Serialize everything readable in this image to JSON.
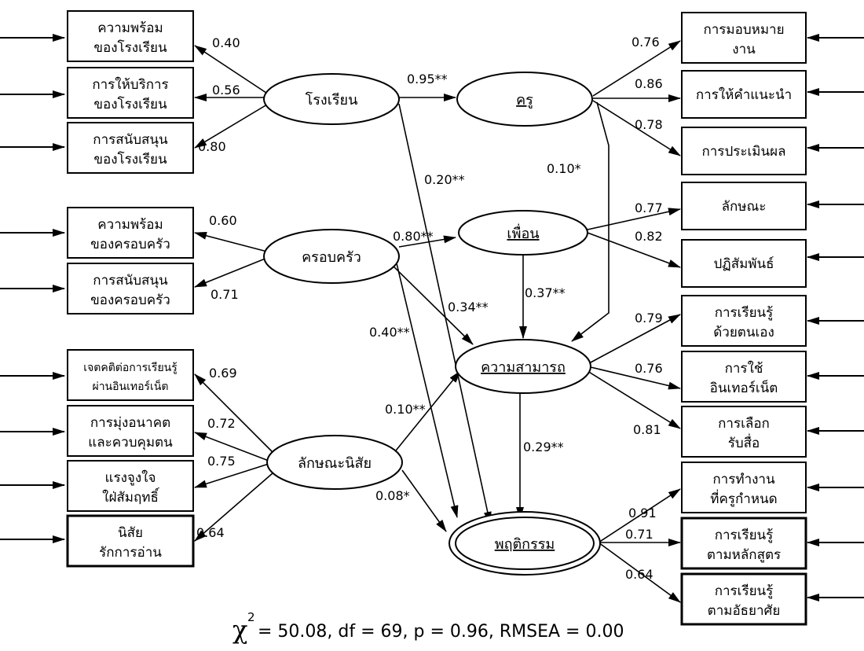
{
  "boxes": {
    "school_readiness": [
      "ความพร้อม",
      "ของโรงเรียน"
    ],
    "school_service": [
      "การให้บริการ",
      "ของโรงเรียน"
    ],
    "school_support": [
      "การสนับสนุน",
      "ของโรงเรียน"
    ],
    "family_readiness": [
      "ความพร้อม",
      "ของครอบครัว"
    ],
    "family_support": [
      "การสนับสนุน",
      "ของครอบครัว"
    ],
    "attitude": [
      "เจตคติต่อการเรียนรู้",
      "ผ่านอินเทอร์เน็ต"
    ],
    "future": [
      "การมุ่งอนาคต",
      "และควบคุมตน"
    ],
    "motivation": [
      "แรงจูงใจ",
      "ใฝ่สัมฤทธิ์"
    ],
    "reading": [
      "นิสัย",
      "รักการอ่าน"
    ],
    "assignment": [
      "การมอบหมาย",
      "งาน"
    ],
    "advice": [
      "การให้คำแนะนำ"
    ],
    "evaluation": [
      "การประเมินผล"
    ],
    "characteristic": [
      "ลักษณะ"
    ],
    "interaction": [
      "ปฏิสัมพันธ์"
    ],
    "self_learning": [
      "การเรียนรู้",
      "ด้วยตนเอง"
    ],
    "internet_use": [
      "การใช้",
      "อินเทอร์เน็ต"
    ],
    "media_choice": [
      "การเลือก",
      "รับสื่อ"
    ],
    "teacher_work": [
      "การทำงาน",
      "ที่ครูกำหนด"
    ],
    "curriculum": [
      "การเรียนรู้",
      "ตามหลักสูตร"
    ],
    "self_interest": [
      "การเรียนรู้",
      "ตามอัธยาศัย"
    ]
  },
  "latents": {
    "school": "โรงเรียน",
    "teacher": "ครู",
    "family": "ครอบครัว",
    "friend": "เพื่อน",
    "trait": "ลักษณะนิสัย",
    "ability": "ความสามารถ",
    "behavior": "พฤติกรรม"
  },
  "coefficients": {
    "school_readiness": "0.40",
    "school_service": "0.56",
    "school_support": "0.80",
    "family_readiness": "0.60",
    "family_support": "0.71",
    "attitude": "0.69",
    "future": "0.72",
    "motivation": "0.75",
    "reading": "0.64",
    "assignment": "0.76",
    "advice": "0.86",
    "evaluation": "0.78",
    "characteristic": "0.77",
    "interaction": "0.82",
    "self_learning": "0.79",
    "internet_use": "0.76",
    "media_choice": "0.81",
    "teacher_work": "0.91",
    "curriculum": "0.71",
    "self_interest": "0.64",
    "school_teacher": "0.95**",
    "school_behavior": "0.20**",
    "teacher_ability": "0.10*",
    "family_friend": "0.80**",
    "family_ability": "0.34**",
    "family_behavior": "0.40**",
    "friend_ability": "0.37**",
    "trait_ability": "0.10**",
    "trait_behavior": "0.08*",
    "ability_behavior": "0.29**"
  },
  "fit": {
    "chi_symbol": "χ",
    "chi_exponent": "2",
    "stats": "= 50.08, df = 69, p = 0.96, RMSEA = 0.00"
  }
}
